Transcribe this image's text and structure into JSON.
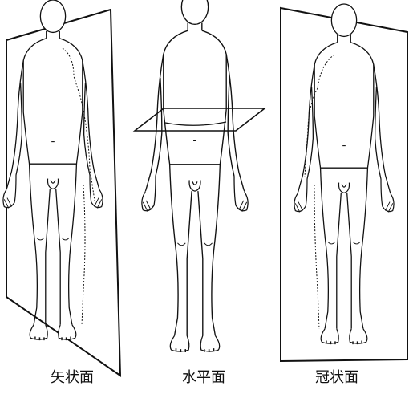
{
  "captions": [
    "矢状面",
    "水平面",
    "冠状面"
  ]
}
